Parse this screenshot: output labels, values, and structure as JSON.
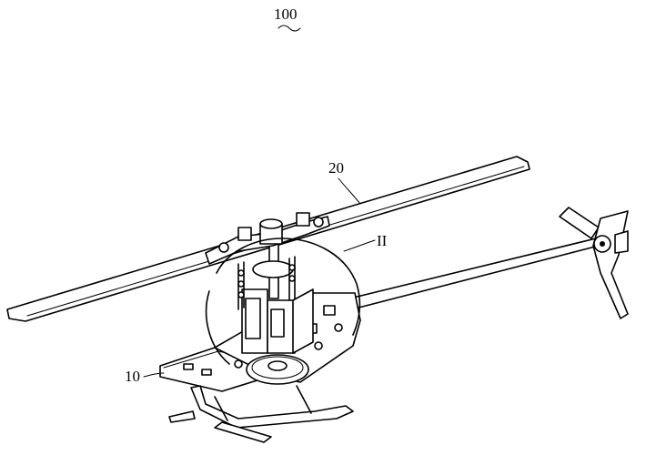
{
  "figure": {
    "figure_number": "100",
    "labels": {
      "frame": "10",
      "rotor_blades": "20",
      "detail_region": "II"
    }
  },
  "colors": {
    "ink": "#000000",
    "background": "#ffffff"
  }
}
